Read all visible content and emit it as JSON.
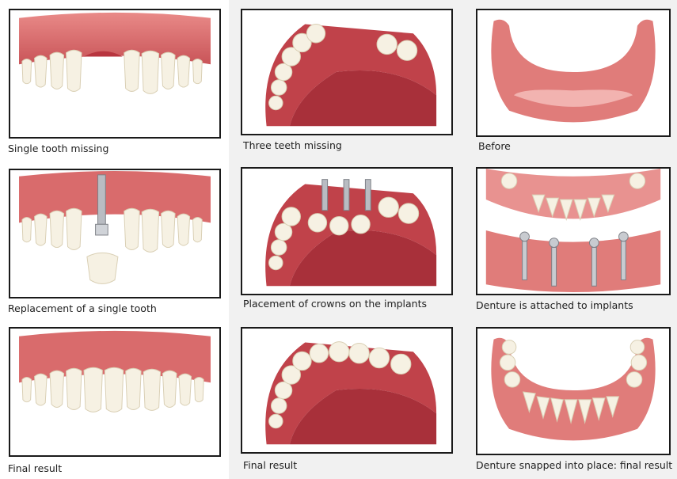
{
  "panels": [
    {
      "caption": "Single tooth missing"
    },
    {
      "caption": "Three teeth missing"
    },
    {
      "caption": "Before"
    },
    {
      "caption": "Replacement of a single tooth"
    },
    {
      "caption": "Placement of crowns on the implants"
    },
    {
      "caption": "Denture is attached to implants"
    },
    {
      "caption": "Final result"
    },
    {
      "caption": "Final result"
    },
    {
      "caption": "Denture snapped into place: final result"
    }
  ],
  "colors": {
    "gum": "#d96b6c",
    "gum_light": "#f2b3b0",
    "palate": "#b8353f",
    "tooth": "#f6f1e3",
    "tooth_shadow": "#d9cfb4",
    "implant": "#b9bcc2"
  }
}
